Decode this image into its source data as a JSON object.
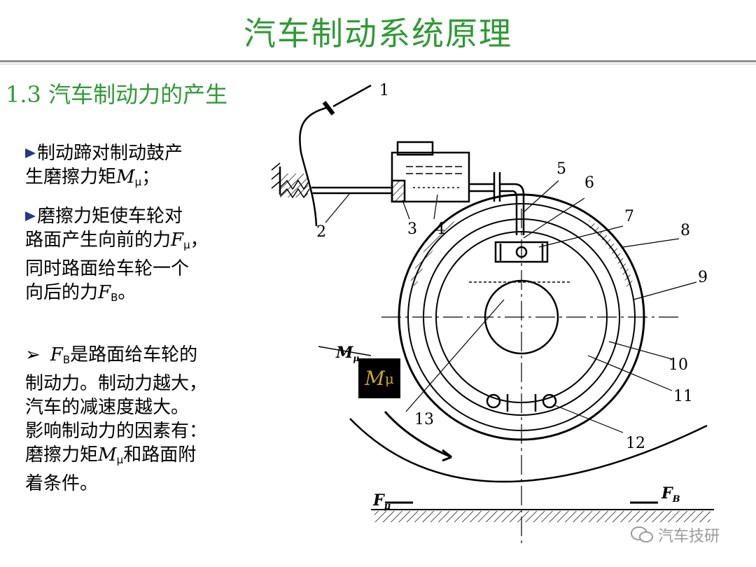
{
  "title": "汽车制动系统原理",
  "section_heading": "1.3 汽车制动力的产生",
  "bullets": [
    {
      "line1": "制动蹄对制动鼓产",
      "line2_pre": "生磨擦力矩",
      "sym": "M",
      "sub": "μ",
      "tail": "；"
    },
    {
      "line1": "磨擦力矩使车轮对",
      "line2_pre": "路面产生向前的力",
      "sym": "F",
      "sub": "μ",
      "tail": "，",
      "line3": "同时路面给车轮一个",
      "line4_pre": "向后的力",
      "sym4": "F",
      "sub4": "B",
      "tail4": "。"
    }
  ],
  "note": {
    "sym": "F",
    "sub": "B",
    "line1_tail": "是路面给车轮的",
    "line2": "制动力。制动力越大，",
    "line3": "汽车的减速度越大。",
    "line4": "影响制动力的因素有：",
    "line5_pre": "磨擦力矩",
    "sym5": "M",
    "sub5": "μ",
    "line5_tail": "和路面附",
    "line6": "着条件。"
  },
  "diagram": {
    "part_labels": [
      "1",
      "2",
      "3",
      "4",
      "5",
      "6",
      "7",
      "8",
      "9",
      "10",
      "11",
      "12",
      "13"
    ],
    "m_label": "M",
    "m_label_sub": "μ",
    "f_mu_label": "F",
    "f_mu_sub": "μ",
    "f_b_label": "F",
    "f_b_sub": "B"
  },
  "mu_box": {
    "sym": "M",
    "sub": "μ"
  },
  "watermark": "汽车技研",
  "colors": {
    "title_green": "#2f9a35",
    "bullet_blue": "#1f3a8a",
    "mu_gold": "#c9a62a"
  }
}
